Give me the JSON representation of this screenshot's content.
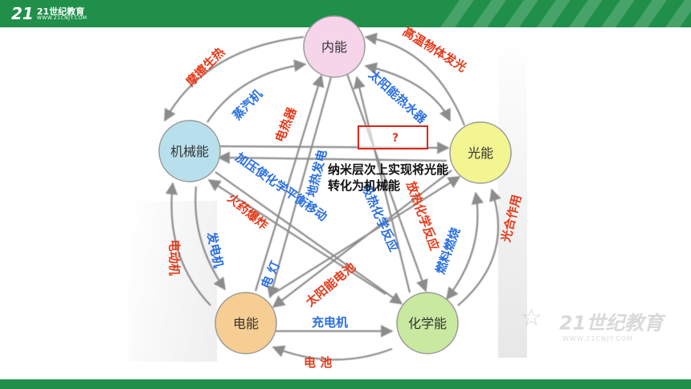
{
  "header": {
    "logo_mark": "21",
    "logo_name": "21世纪教育",
    "logo_url": "WWW.21CNJY.COM"
  },
  "watermark": {
    "name": "21世纪教育",
    "url": "WWW.21CNJY.COM"
  },
  "nodes": {
    "internal": "内能",
    "light": "光能",
    "chemical": "化学能",
    "electric": "电能",
    "mechanical": "机械能"
  },
  "colors": {
    "internal": "#f6d5ea",
    "light": "#f2f590",
    "chemical": "#c9e8a0",
    "electric": "#f6cd92",
    "mechanical": "#b8e0ec",
    "red_label": "#e53a1a",
    "blue_label": "#2a6fe0",
    "arrow": "#8c8c8c",
    "header": "#1f8f4a"
  },
  "labels": {
    "friction": "摩擦生热",
    "steam_engine": "蒸汽机",
    "high_temp_glow": "高温物体发光",
    "solar_water_heater": "太阳能热水器",
    "electric_heater": "电热器",
    "geothermal_power": "地热发电",
    "pressure_equilibrium": "加压使化学平衡移动",
    "gunpowder": "火药爆炸",
    "endothermic_reaction": "吸热化学反应",
    "exothermic_reaction": "放热化学反应",
    "fuel_burning": "燃料燃烧",
    "photosynthesis": "光合作用",
    "generator": "发电机",
    "motor": "电动机",
    "lamp": "电 灯",
    "solar_cell": "太阳能电池",
    "charger": "充电机",
    "battery": "电 池"
  },
  "question": {
    "mark": "?",
    "line1": "纳米层次上实现将光能",
    "line2": "转化为机械能"
  }
}
